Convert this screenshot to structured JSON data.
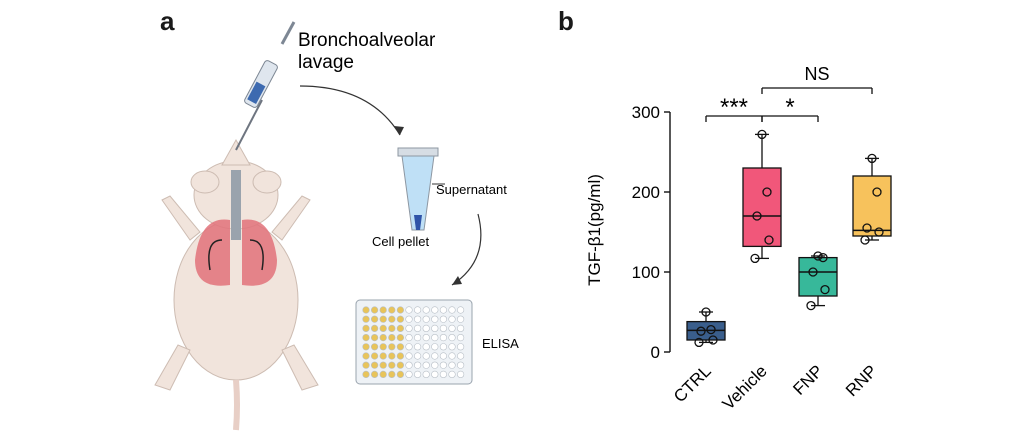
{
  "panels": {
    "a": "a",
    "b": "b"
  },
  "illustration": {
    "bal_line1": "Bronchoalveolar",
    "bal_line2": "lavage",
    "supernatant": "Supernatant",
    "cell_pellet": "Cell pellet",
    "elisa": "ELISA"
  },
  "colors": {
    "CTRL": "#3a5e8c",
    "Vehicle": "#f1577a",
    "FNP": "#37b89a",
    "RNP": "#f7c25c",
    "lung": "#e2727a",
    "mouse": "#f1e4dc",
    "elisa_well": "#e8c45a"
  },
  "chart_data": {
    "type": "box",
    "ylabel": "TGF-β1(pg/ml)",
    "ylim": [
      0,
      300
    ],
    "yticks": [
      0,
      100,
      200,
      300
    ],
    "categories": [
      "CTRL",
      "Vehicle",
      "FNP",
      "RNP"
    ],
    "boxes": [
      {
        "name": "CTRL",
        "min": 12,
        "q1": 15,
        "median": 27,
        "q3": 38,
        "max": 50,
        "points": [
          12,
          15,
          26,
          28,
          50
        ]
      },
      {
        "name": "Vehicle",
        "min": 117,
        "q1": 132,
        "median": 170,
        "q3": 230,
        "max": 272,
        "points": [
          117,
          140,
          170,
          200,
          272
        ]
      },
      {
        "name": "FNP",
        "min": 58,
        "q1": 70,
        "median": 100,
        "q3": 118,
        "max": 120,
        "points": [
          58,
          78,
          100,
          118,
          120
        ]
      },
      {
        "name": "RNP",
        "min": 140,
        "q1": 145,
        "median": 152,
        "q3": 220,
        "max": 242,
        "points": [
          140,
          150,
          155,
          200,
          242
        ]
      }
    ],
    "significance": [
      {
        "from": "CTRL",
        "to": "Vehicle",
        "label": "***",
        "y": 295
      },
      {
        "from": "Vehicle",
        "to": "FNP",
        "label": "*",
        "y": 295
      },
      {
        "from": "Vehicle",
        "to": "RNP",
        "label": "NS",
        "y": 330
      }
    ]
  }
}
